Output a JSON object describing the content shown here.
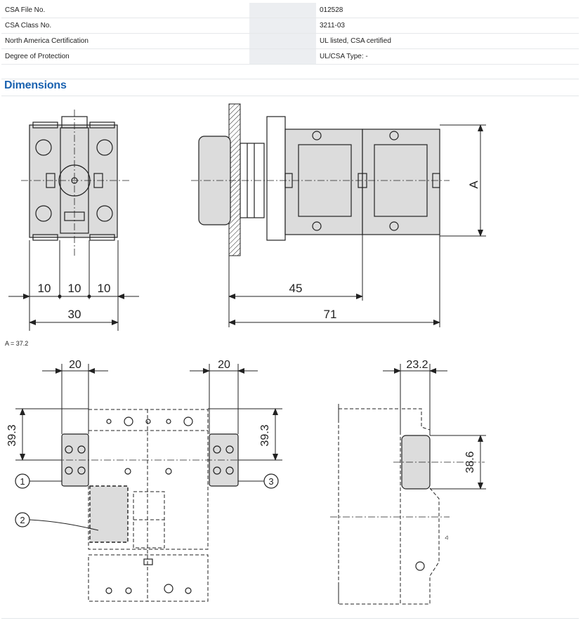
{
  "specs": [
    {
      "label": "CSA File No.",
      "value": "012528"
    },
    {
      "label": "CSA Class No.",
      "value": "3211-03"
    },
    {
      "label": "North America Certification",
      "value": "UL listed, CSA certified"
    },
    {
      "label": "Degree of Protection",
      "value": "UL/CSA Type: -"
    }
  ],
  "dimensions": {
    "title": "Dimensions",
    "front": {
      "d1": "10",
      "d2": "10",
      "d3": "10",
      "total": "30"
    },
    "side": {
      "d45": "45",
      "d71": "71",
      "a": "A"
    },
    "note": "A = 37.2",
    "layout": {
      "w_left": "20",
      "w_right": "20",
      "h_left": "39.3",
      "h_right": "39.3",
      "w_side": "23.2",
      "h_side": "38.6",
      "c1": "1",
      "c2": "2",
      "c3": "3"
    }
  }
}
